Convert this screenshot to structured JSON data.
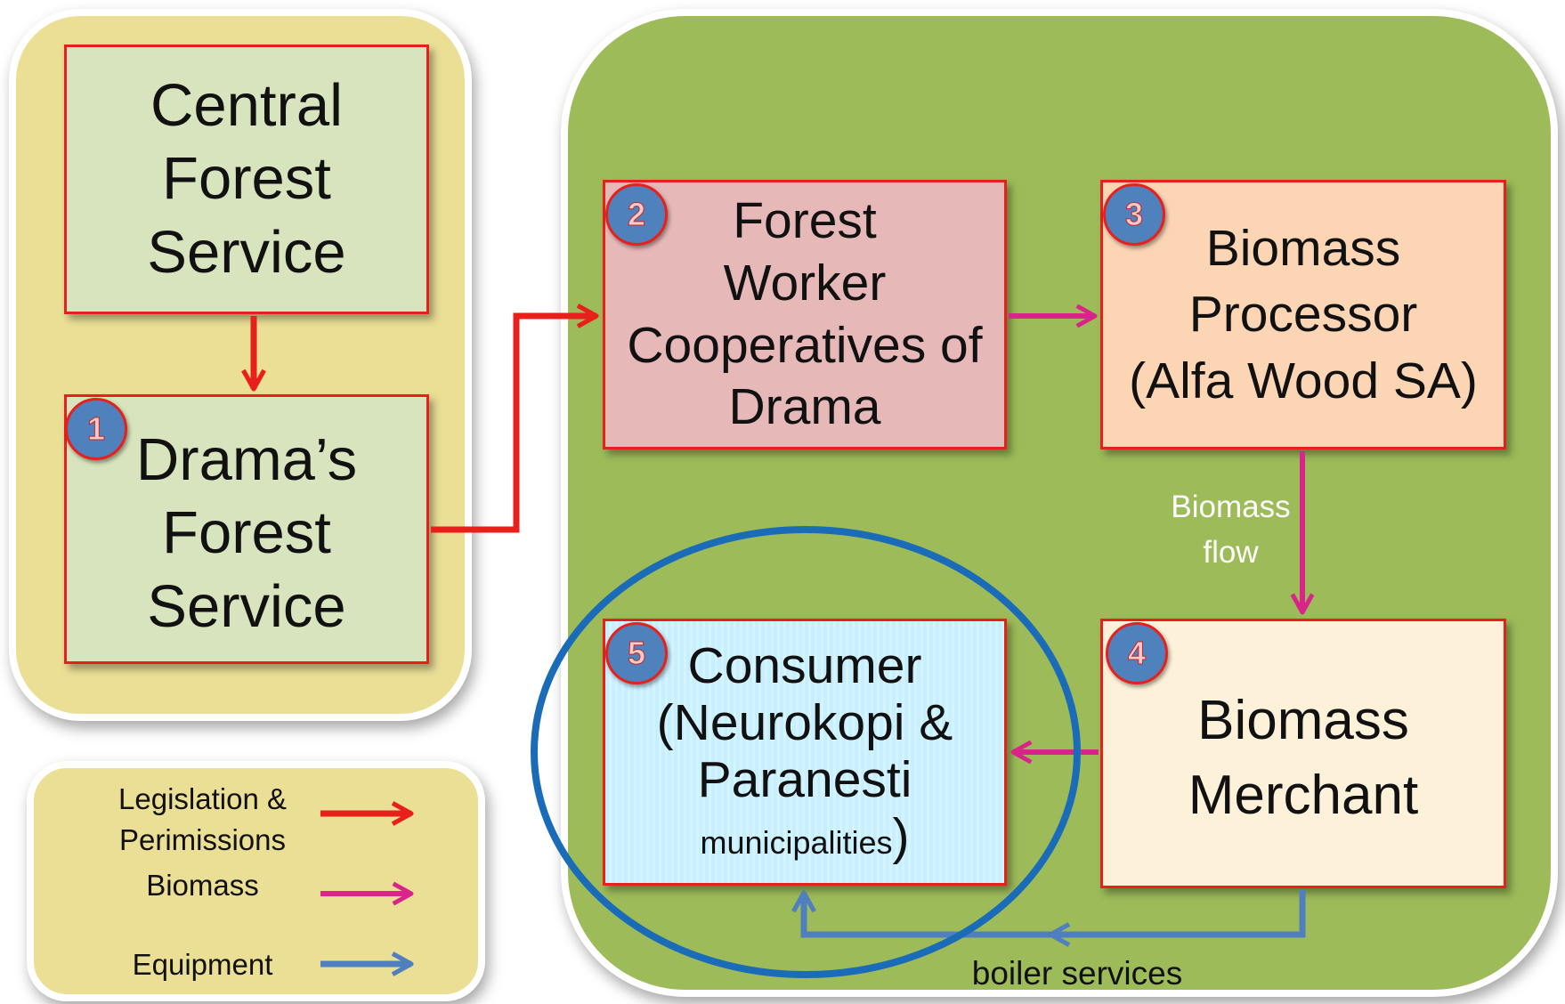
{
  "diagram": {
    "boxes": {
      "central_forest_service": "Central\nForest\nService",
      "dramas_forest_service": "Drama’s\nForest\nService",
      "forest_worker_cooperatives": "Forest\nWorker\nCooperatives of\nDrama",
      "biomass_processor": "Biomass\nProcessor\n(Alfa Wood SA)",
      "biomass_merchant": "Biomass\nMerchant",
      "consumer": {
        "main": "Consumer\n(Neurokopi &\nParanesti",
        "small": "municipalities",
        "close": ")"
      }
    },
    "badges": [
      "1",
      "2",
      "3",
      "4",
      "5"
    ],
    "labels": {
      "biomass_flow": "Biomass\nflow",
      "boiler_services": "boiler services"
    }
  },
  "legend": {
    "items": [
      {
        "label": "Legislation &\nPerimissions",
        "color": "#e8201c"
      },
      {
        "label": "Biomass",
        "color": "#d9258a"
      },
      {
        "label": "Equipment",
        "color": "#4f7fbf"
      }
    ]
  },
  "colors": {
    "legislation": "#e8201c",
    "biomass": "#d9258a",
    "equipment": "#4f7fbf",
    "highlight_circle": "#1b6cb8"
  }
}
